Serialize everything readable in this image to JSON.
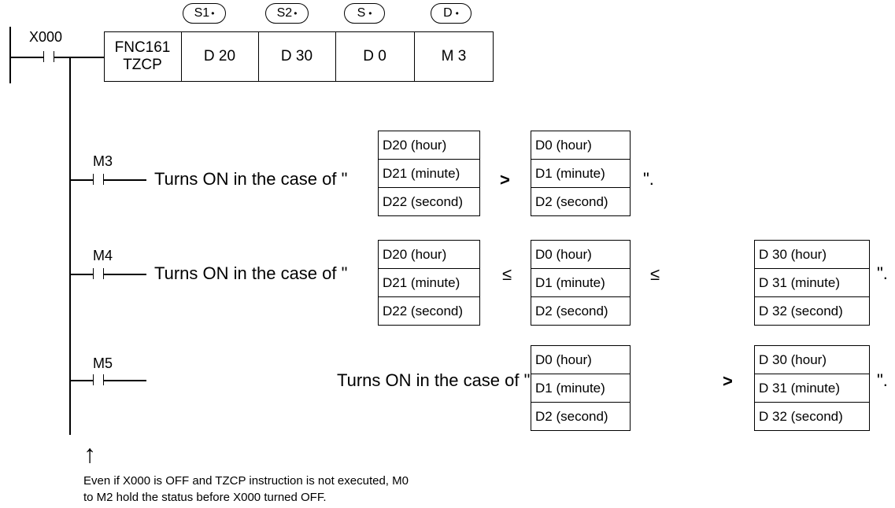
{
  "operands": {
    "s1": "S1",
    "s2": "S2",
    "s": "S",
    "d": "D",
    "dot": "•"
  },
  "rung": {
    "input_label": "X000",
    "fnc_line1": "FNC161",
    "fnc_line2": "TZCP",
    "op_s1": "D 20",
    "op_s2": "D 30",
    "op_s": "D 0",
    "op_d": "M 3"
  },
  "phrase": "Turns ON in the case of \"",
  "close_quote": "\".",
  "outputs": [
    {
      "label": "M3",
      "left_regs": [
        "D20 (hour)",
        "D21 (minute)",
        "D22 (second)"
      ],
      "op1": ">",
      "mid_regs": [
        "D0  (hour)",
        "D1  (minute)",
        "D2  (second)"
      ]
    },
    {
      "label": "M4",
      "left_regs": [
        "D20 (hour)",
        "D21 (minute)",
        "D22 (second)"
      ],
      "op1": "≤",
      "mid_regs": [
        "D0  (hour)",
        "D1  (minute)",
        "D2  (second)"
      ],
      "op2": "≤",
      "right_regs": [
        "D 30 (hour)",
        "D 31 (minute)",
        "D 32 (second)"
      ]
    },
    {
      "label": "M5",
      "mid_regs": [
        "D0  (hour)",
        "D1  (minute)",
        "D2  (second)"
      ],
      "op2": ">",
      "right_regs": [
        "D 30 (hour)",
        "D 31 (minute)",
        "D 32 (second)"
      ]
    }
  ],
  "note": {
    "arrow": "↑",
    "line1": "Even if X000 is OFF and TZCP instruction is not executed, M0",
    "line2": "to M2 hold the status before X000 turned OFF."
  }
}
